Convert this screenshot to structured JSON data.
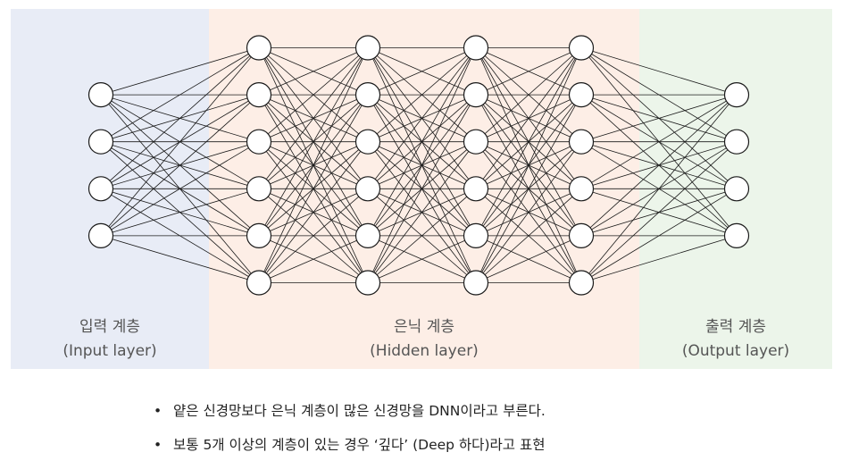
{
  "layers": {
    "input": {
      "title": "입력 계층",
      "subtitle": "(Input layer)",
      "nodes": 4,
      "color": "#e8ecf6"
    },
    "hidden": {
      "title": "은닉 계층",
      "subtitle": "(Hidden layer)",
      "layer_count": 4,
      "nodes_per_layer": 6,
      "color": "#fdeee6"
    },
    "output": {
      "title": "출력 계층",
      "subtitle": "(Output layer)",
      "nodes": 4,
      "color": "#ecf5ea"
    }
  },
  "bullets": [
    {
      "marker": "•",
      "text": "얕은 신경망보다 은닉 계층이 많은 신경망을 DNN이라고 부른다."
    },
    {
      "marker": "•",
      "text": "보통 5개 이상의 계층이 있는 경우 ‘깊다’ (Deep 하다)라고 표현"
    }
  ]
}
